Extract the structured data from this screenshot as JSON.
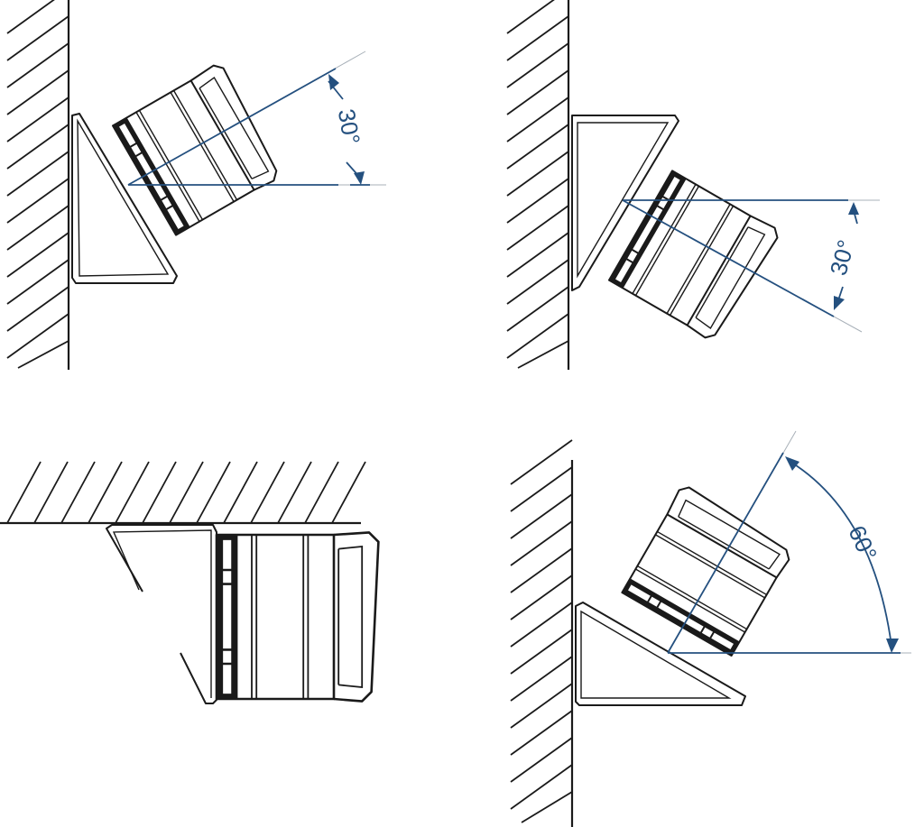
{
  "figures": [
    {
      "id": "wall-mount-tilt-30-up",
      "angle_label": "30°"
    },
    {
      "id": "wall-mount-tilt-30-down",
      "angle_label": "30°"
    },
    {
      "id": "ceiling-mount",
      "angle_label": ""
    },
    {
      "id": "wall-mount-tilt-60",
      "angle_label": "60°"
    }
  ],
  "colors": {
    "line": "#1a1a1a",
    "dimension": "#24507f",
    "guide": "#a8b0b8",
    "background": "#ffffff"
  }
}
